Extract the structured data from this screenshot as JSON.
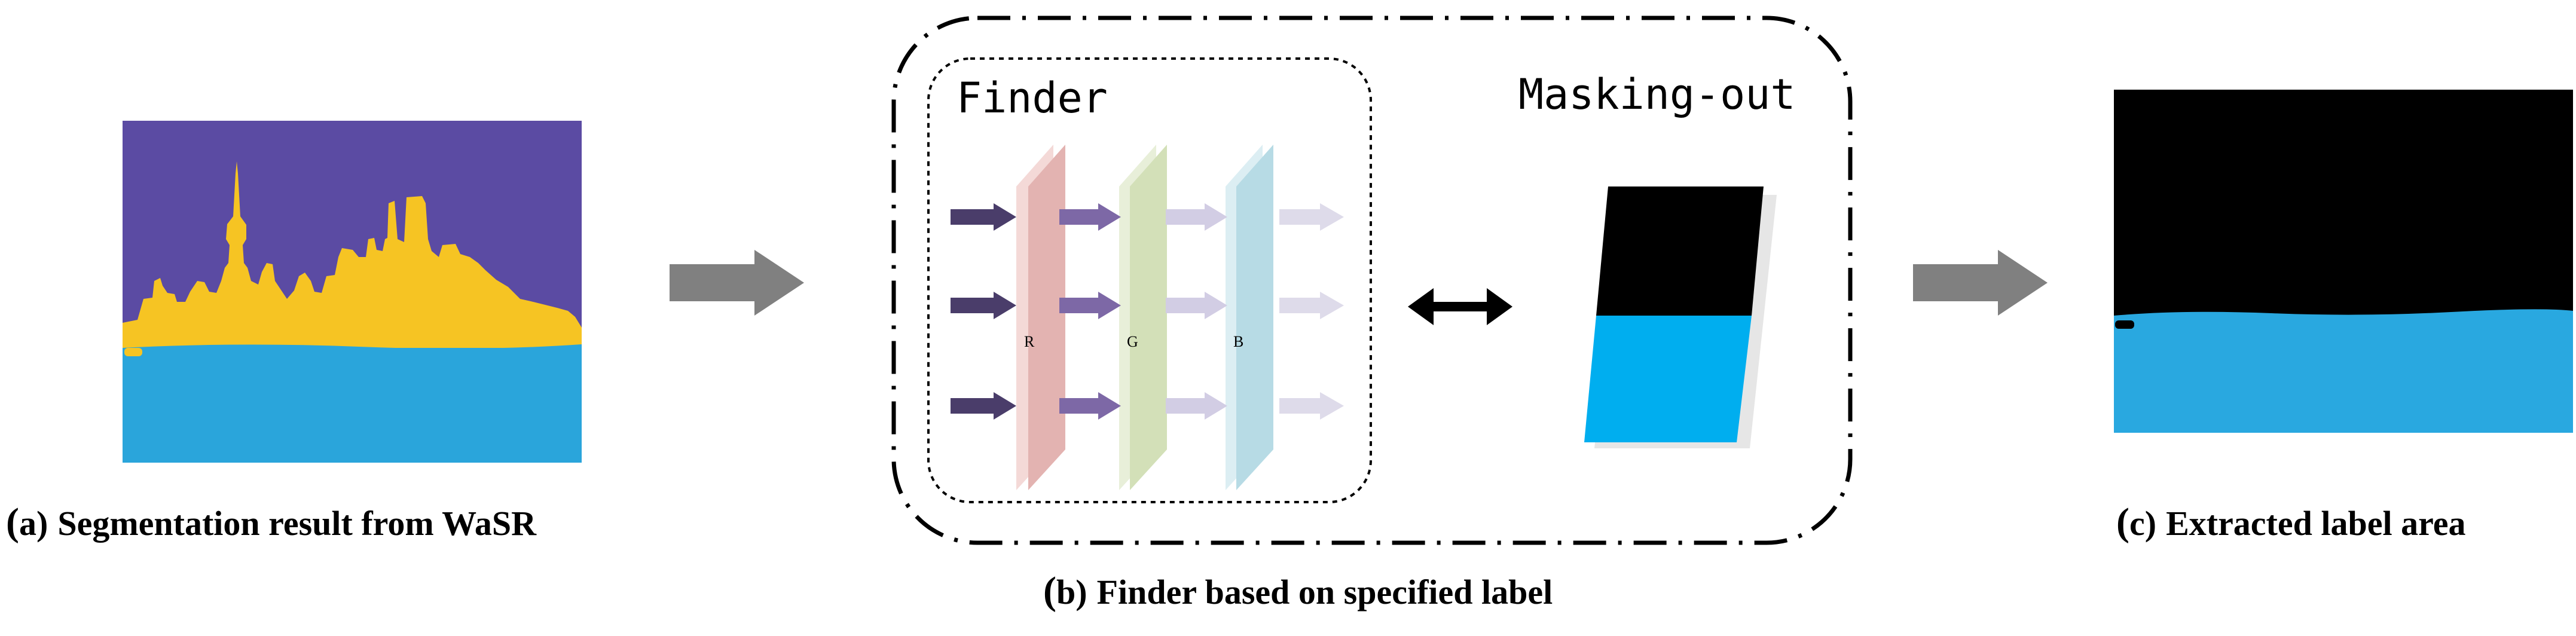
{
  "panel_a": {
    "letter": "a",
    "caption": "Segmentation result from WaSR",
    "colors": {
      "sky": "#5b4ba3",
      "obstacle": "#f6c423",
      "water": "#2aa5db"
    }
  },
  "panel_b": {
    "letter": "b",
    "caption": "Finder based on specified label",
    "finder_label": "Finder",
    "masking_label": "Masking-out",
    "filters": [
      {
        "label": "R",
        "color": "#e3b3b1"
      },
      {
        "label": "G",
        "color": "#d3e0b8"
      },
      {
        "label": "B",
        "color": "#b7dbe5"
      }
    ],
    "mask_colors": {
      "top": "#000000",
      "bottom": "#00aeef"
    }
  },
  "panel_c": {
    "letter": "c",
    "caption": "Extracted label area",
    "colors": {
      "masked": "#000000",
      "label": "#29a8e0"
    }
  },
  "arrow_color": "#808080"
}
